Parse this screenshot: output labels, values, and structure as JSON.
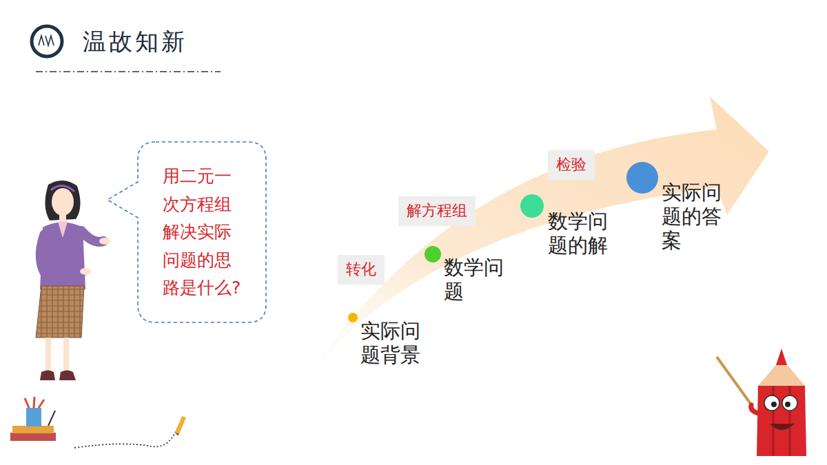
{
  "diagram": {
    "title": "温故知新",
    "nodes": [
      {
        "text": [
          "用二元一次方程组解决实际问题的思路是什么?"
        ]
      },
      {
        "text": [
          "实际问题背景"
        ]
      },
      {
        "text": [
          "转化"
        ]
      },
      {
        "text": [
          "数学问题"
        ]
      },
      {
        "text": [
          "解方程组"
        ]
      },
      {
        "text": [
          "数学问题的解"
        ]
      },
      {
        "text": [
          "检验"
        ]
      },
      {
        "text": [
          "实际问题的答案"
        ]
      }
    ]
  }
}
